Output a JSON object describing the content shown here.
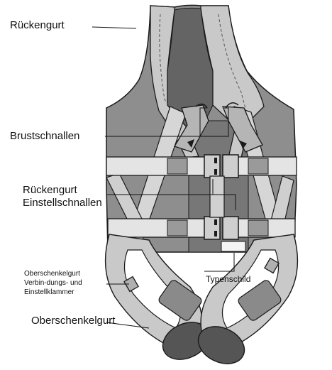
{
  "labels": {
    "rueckengurt": "Rückengurt",
    "brustschnallen": "Brustschnallen",
    "einstell_line1": "Rückengurt",
    "einstell_line2": "Einstellschnallen",
    "klammer_line1": "Oberschenkelgurt",
    "klammer_line2": "Verbin-dungs- und",
    "klammer_line3": "Einstellklammer",
    "typenschild": "Typenschild",
    "oberschenkelgurt": "Oberschenkelgurt"
  },
  "colors": {
    "vest": "#8e8e8e",
    "vest_dark": "#646464",
    "strap": "#c9c9c9",
    "strap_light": "#e4e4e4",
    "outline": "#1a1a1a",
    "pad": "#555555",
    "label_plate": "#f4f4f4"
  }
}
